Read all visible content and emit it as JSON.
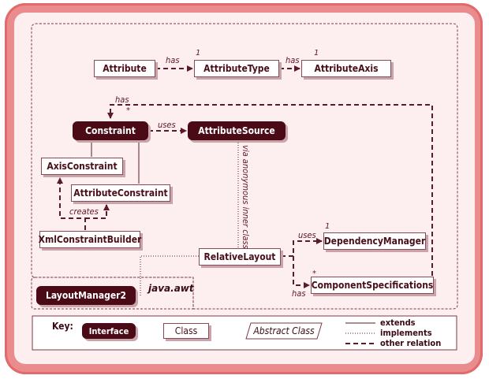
{
  "classes": {
    "attribute": "Attribute",
    "attribute_type": "AttributeType",
    "attribute_axis": "AttributeAxis",
    "constraint": "Constraint",
    "attribute_source": "AttributeSource",
    "axis_constraint": "AxisConstraint",
    "attribute_constraint": "AttributeConstraint",
    "xml_constraint_builder": "XmlConstraintBuilder",
    "relative_layout": "RelativeLayout",
    "dependency_manager": "DependencyManager",
    "component_specifications": "ComponentSpecifications",
    "layout_manager2": "LayoutManager2"
  },
  "relations": {
    "has": "has",
    "uses": "uses",
    "creates": "creates",
    "via_anonymous_inner_class": "via anonymous inner class",
    "mult_one": "1",
    "mult_many": "*"
  },
  "package": "java.awt",
  "key": {
    "title": "Key:",
    "interface": "Interface",
    "class": "Class",
    "abstract_class": "Abstract Class",
    "extends": "extends",
    "implements": "implements",
    "other_relation": "other relation"
  },
  "colors": {
    "frame": "#ea8b8d",
    "panel": "#fdeef0",
    "interface_fill": "#4a0a16",
    "line": "#5a1a26"
  }
}
